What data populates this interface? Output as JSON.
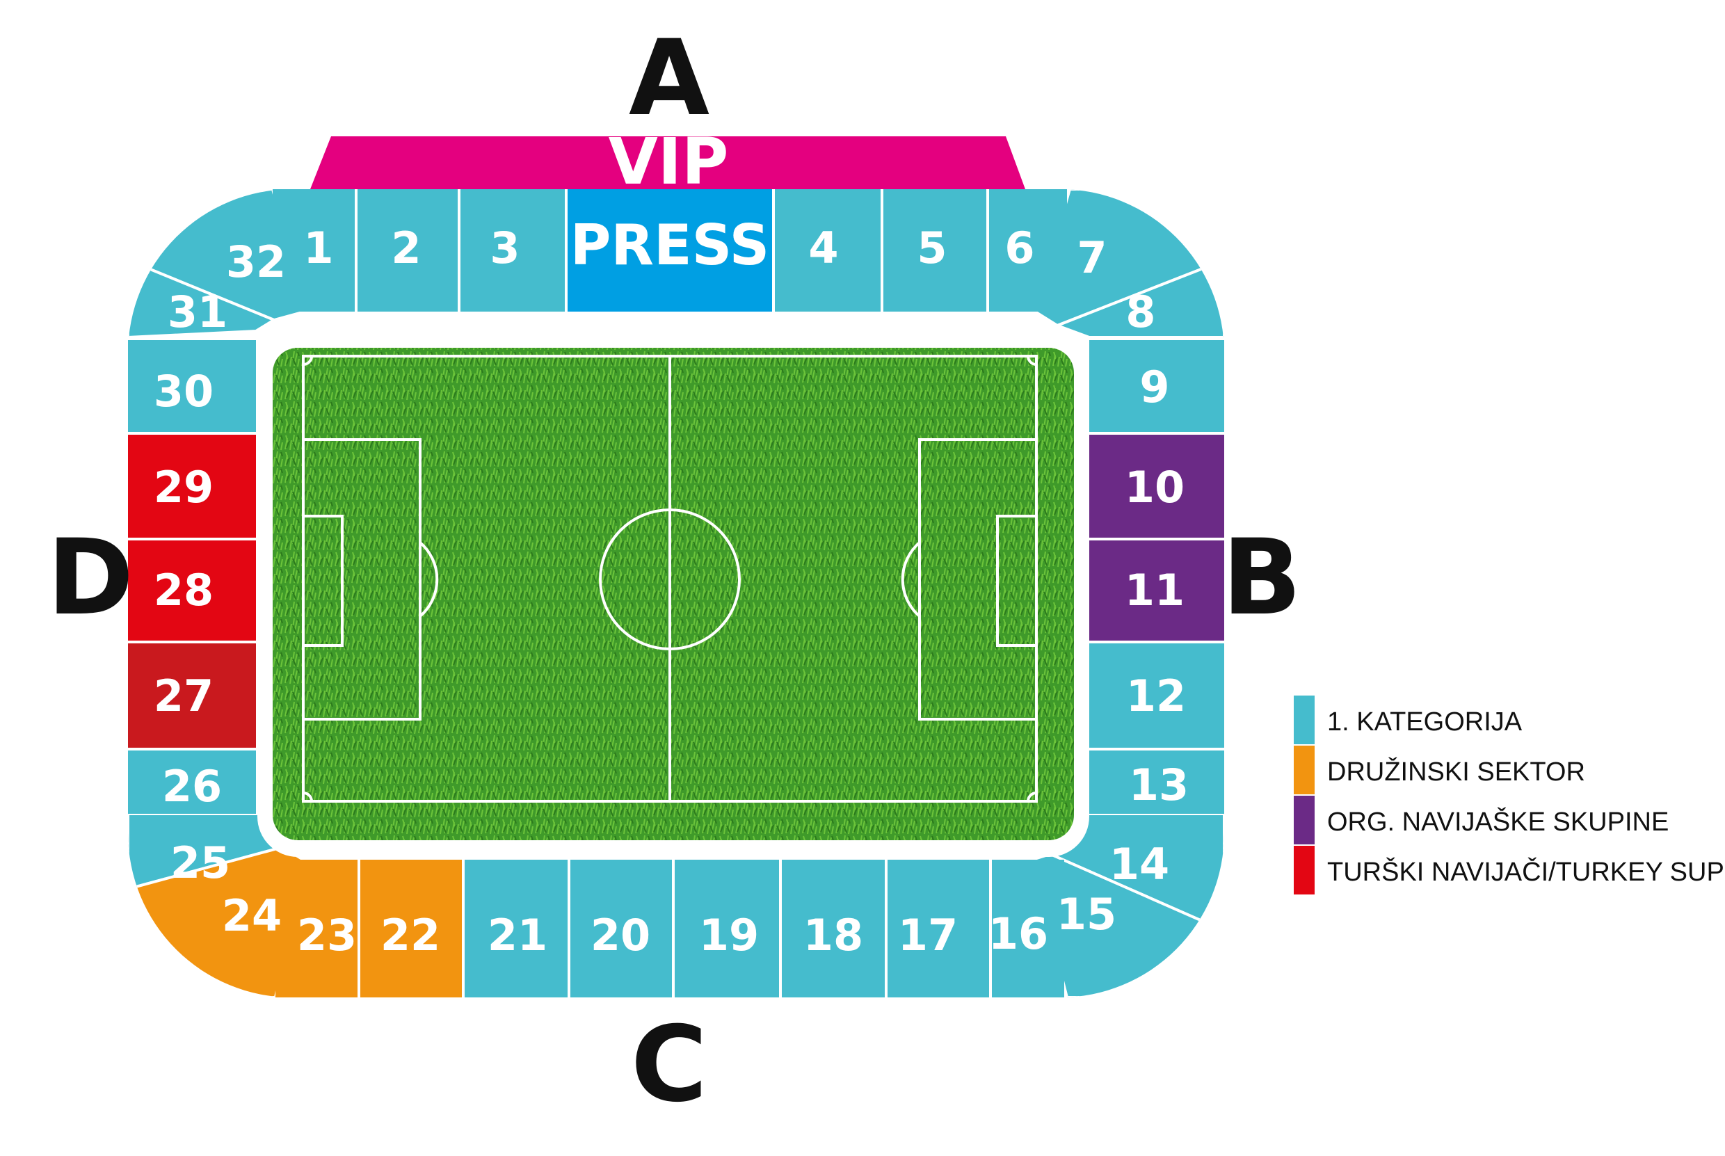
{
  "stands": {
    "top": "A",
    "right": "B",
    "bottom": "C",
    "left": "D"
  },
  "vip_label": "VIP",
  "press_label": "PRESS",
  "colors": {
    "kategorija": "#45bccd",
    "druzinski": "#f29410",
    "navijaske": "#6b2a86",
    "turski": "#e30613",
    "turski_dark": "#c9191e",
    "vip": "#e4007f",
    "press": "#009fe3",
    "pitch": "#3f9a2a",
    "white": "#ffffff"
  },
  "sectors": [
    {
      "id": "1",
      "category": "kategorija"
    },
    {
      "id": "2",
      "category": "kategorija"
    },
    {
      "id": "3",
      "category": "kategorija"
    },
    {
      "id": "4",
      "category": "kategorija"
    },
    {
      "id": "5",
      "category": "kategorija"
    },
    {
      "id": "6",
      "category": "kategorija"
    },
    {
      "id": "7",
      "category": "kategorija"
    },
    {
      "id": "8",
      "category": "kategorija"
    },
    {
      "id": "9",
      "category": "kategorija"
    },
    {
      "id": "10",
      "category": "navijaske"
    },
    {
      "id": "11",
      "category": "navijaske"
    },
    {
      "id": "12",
      "category": "kategorija"
    },
    {
      "id": "13",
      "category": "kategorija"
    },
    {
      "id": "14",
      "category": "kategorija"
    },
    {
      "id": "15",
      "category": "kategorija"
    },
    {
      "id": "16",
      "category": "kategorija"
    },
    {
      "id": "17",
      "category": "kategorija"
    },
    {
      "id": "18",
      "category": "kategorija"
    },
    {
      "id": "19",
      "category": "kategorija"
    },
    {
      "id": "20",
      "category": "kategorija"
    },
    {
      "id": "21",
      "category": "kategorija"
    },
    {
      "id": "22",
      "category": "druzinski"
    },
    {
      "id": "23",
      "category": "druzinski"
    },
    {
      "id": "24",
      "category": "druzinski"
    },
    {
      "id": "25",
      "category": "kategorija"
    },
    {
      "id": "26",
      "category": "kategorija"
    },
    {
      "id": "27",
      "category": "turski"
    },
    {
      "id": "28",
      "category": "turski"
    },
    {
      "id": "29",
      "category": "turski"
    },
    {
      "id": "30",
      "category": "kategorija"
    },
    {
      "id": "31",
      "category": "kategorija"
    },
    {
      "id": "32",
      "category": "kategorija"
    }
  ],
  "legend": [
    {
      "label": "1. KATEGORIJA",
      "color": "#45bccd"
    },
    {
      "label": "DRUŽINSKI SEKTOR",
      "color": "#f29410"
    },
    {
      "label": "ORG. NAVIJAŠKE SKUPINE",
      "color": "#6b2a86"
    },
    {
      "label": "TURŠKI NAVIJAČI/TURKEY SUPPORTERS",
      "color": "#e30613"
    }
  ]
}
